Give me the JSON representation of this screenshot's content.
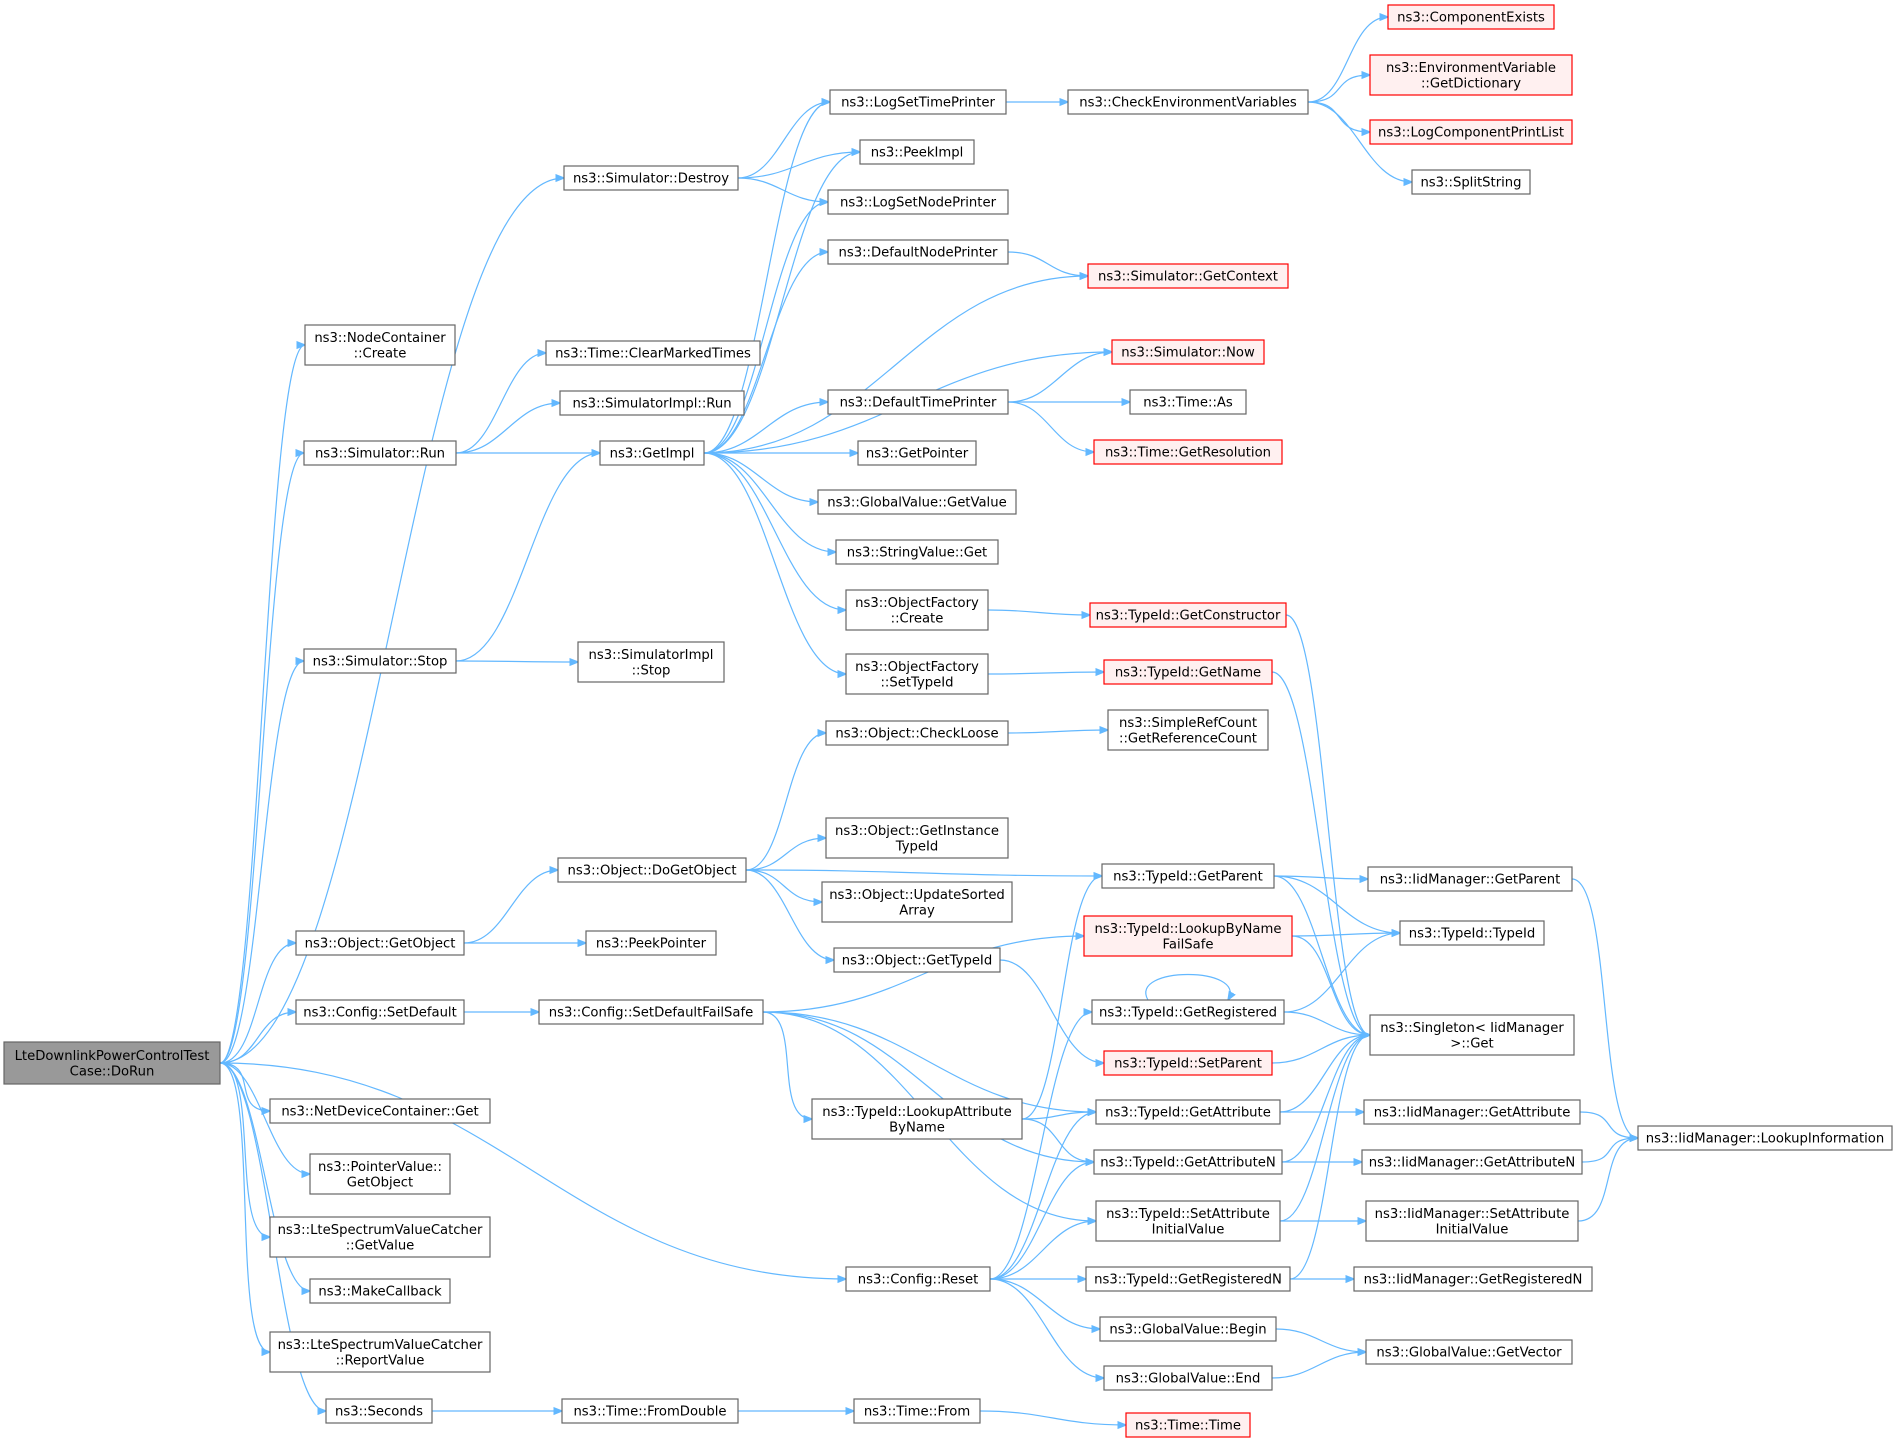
{
  "colors": {
    "edge": "#63b8ff",
    "node_fill": "#ffffff",
    "node_stroke": "#666666",
    "root_fill": "#999999",
    "truncated_fill": "#fff0f0",
    "truncated_stroke": "#ff0000"
  },
  "nodes": [
    {
      "id": "root",
      "lines": [
        "LteDownlinkPowerControlTest",
        "Case::DoRun"
      ],
      "style": "root"
    },
    {
      "id": "nodecontainer_create",
      "lines": [
        "ns3::NodeContainer",
        "::Create"
      ],
      "style": "normal"
    },
    {
      "id": "simulator_destroy",
      "lines": [
        "ns3::Simulator::Destroy"
      ],
      "style": "normal"
    },
    {
      "id": "simulator_run",
      "lines": [
        "ns3::Simulator::Run"
      ],
      "style": "normal"
    },
    {
      "id": "simulator_stop",
      "lines": [
        "ns3::Simulator::Stop"
      ],
      "style": "normal"
    },
    {
      "id": "object_getobject",
      "lines": [
        "ns3::Object::GetObject"
      ],
      "style": "normal"
    },
    {
      "id": "config_setdefault",
      "lines": [
        "ns3::Config::SetDefault"
      ],
      "style": "normal"
    },
    {
      "id": "netdevicecontainer_get",
      "lines": [
        "ns3::NetDeviceContainer::Get"
      ],
      "style": "normal"
    },
    {
      "id": "pointervalue_getobject",
      "lines": [
        "ns3::PointerValue::",
        "GetObject"
      ],
      "style": "normal"
    },
    {
      "id": "ltespectrum_getvalue",
      "lines": [
        "ns3::LteSpectrumValueCatcher",
        "::GetValue"
      ],
      "style": "normal"
    },
    {
      "id": "makecallback",
      "lines": [
        "ns3::MakeCallback"
      ],
      "style": "normal"
    },
    {
      "id": "ltespectrum_reportvalue",
      "lines": [
        "ns3::LteSpectrumValueCatcher",
        "::ReportValue"
      ],
      "style": "normal"
    },
    {
      "id": "seconds",
      "lines": [
        "ns3::Seconds"
      ],
      "style": "normal"
    },
    {
      "id": "time_clearmarkedtimes",
      "lines": [
        "ns3::Time::ClearMarkedTimes"
      ],
      "style": "normal"
    },
    {
      "id": "simulatorimpl_run",
      "lines": [
        "ns3::SimulatorImpl::Run"
      ],
      "style": "normal"
    },
    {
      "id": "getimpl",
      "lines": [
        "ns3::GetImpl"
      ],
      "style": "normal"
    },
    {
      "id": "simulatorimpl_stop",
      "lines": [
        "ns3::SimulatorImpl",
        "::Stop"
      ],
      "style": "normal"
    },
    {
      "id": "object_dogetobject",
      "lines": [
        "ns3::Object::DoGetObject"
      ],
      "style": "normal"
    },
    {
      "id": "peekpointer",
      "lines": [
        "ns3::PeekPointer"
      ],
      "style": "normal"
    },
    {
      "id": "config_setdefaultfailsafe",
      "lines": [
        "ns3::Config::SetDefaultFailSafe"
      ],
      "style": "normal"
    },
    {
      "id": "config_reset",
      "lines": [
        "ns3::Config::Reset"
      ],
      "style": "normal"
    },
    {
      "id": "time_fromdouble",
      "lines": [
        "ns3::Time::FromDouble"
      ],
      "style": "normal"
    },
    {
      "id": "logsettimeprinter",
      "lines": [
        "ns3::LogSetTimePrinter"
      ],
      "style": "normal"
    },
    {
      "id": "peekimpl",
      "lines": [
        "ns3::PeekImpl"
      ],
      "style": "normal"
    },
    {
      "id": "logsetnodeprinter",
      "lines": [
        "ns3::LogSetNodePrinter"
      ],
      "style": "normal"
    },
    {
      "id": "defaultnodeprinter",
      "lines": [
        "ns3::DefaultNodePrinter"
      ],
      "style": "normal"
    },
    {
      "id": "defaulttimeprinter",
      "lines": [
        "ns3::DefaultTimePrinter"
      ],
      "style": "normal"
    },
    {
      "id": "getpointer",
      "lines": [
        "ns3::GetPointer"
      ],
      "style": "normal"
    },
    {
      "id": "globalvalue_getvalue",
      "lines": [
        "ns3::GlobalValue::GetValue"
      ],
      "style": "normal"
    },
    {
      "id": "stringvalue_get",
      "lines": [
        "ns3::StringValue::Get"
      ],
      "style": "normal"
    },
    {
      "id": "objectfactory_create",
      "lines": [
        "ns3::ObjectFactory",
        "::Create"
      ],
      "style": "normal"
    },
    {
      "id": "objectfactory_settypeid",
      "lines": [
        "ns3::ObjectFactory",
        "::SetTypeId"
      ],
      "style": "normal"
    },
    {
      "id": "object_checkloose",
      "lines": [
        "ns3::Object::CheckLoose"
      ],
      "style": "normal"
    },
    {
      "id": "object_getinstancetypeid",
      "lines": [
        "ns3::Object::GetInstance",
        "TypeId"
      ],
      "style": "normal"
    },
    {
      "id": "object_updatesortedarray",
      "lines": [
        "ns3::Object::UpdateSorted",
        "Array"
      ],
      "style": "normal"
    },
    {
      "id": "object_gettypeid",
      "lines": [
        "ns3::Object::GetTypeId"
      ],
      "style": "normal"
    },
    {
      "id": "typeid_lookupattributebyname",
      "lines": [
        "ns3::TypeId::LookupAttribute",
        "ByName"
      ],
      "style": "normal"
    },
    {
      "id": "time_from",
      "lines": [
        "ns3::Time::From"
      ],
      "style": "normal"
    },
    {
      "id": "checkenvvars",
      "lines": [
        "ns3::CheckEnvironmentVariables"
      ],
      "style": "normal"
    },
    {
      "id": "simulator_getcontext",
      "lines": [
        "ns3::Simulator::GetContext"
      ],
      "style": "truncated"
    },
    {
      "id": "simulator_now",
      "lines": [
        "ns3::Simulator::Now"
      ],
      "style": "truncated"
    },
    {
      "id": "time_as",
      "lines": [
        "ns3::Time::As"
      ],
      "style": "normal"
    },
    {
      "id": "time_getresolution",
      "lines": [
        "ns3::Time::GetResolution"
      ],
      "style": "truncated"
    },
    {
      "id": "typeid_getconstructor",
      "lines": [
        "ns3::TypeId::GetConstructor"
      ],
      "style": "truncated"
    },
    {
      "id": "typeid_getname",
      "lines": [
        "ns3::TypeId::GetName"
      ],
      "style": "truncated"
    },
    {
      "id": "simplerefcount_getrefcount",
      "lines": [
        "ns3::SimpleRefCount",
        "::GetReferenceCount"
      ],
      "style": "normal"
    },
    {
      "id": "typeid_getparent",
      "lines": [
        "ns3::TypeId::GetParent"
      ],
      "style": "normal"
    },
    {
      "id": "typeid_lookupbynamefailsafe",
      "lines": [
        "ns3::TypeId::LookupByName",
        "FailSafe"
      ],
      "style": "truncated"
    },
    {
      "id": "typeid_getregistered",
      "lines": [
        "ns3::TypeId::GetRegistered"
      ],
      "style": "normal"
    },
    {
      "id": "typeid_setparent",
      "lines": [
        "ns3::TypeId::SetParent"
      ],
      "style": "truncated"
    },
    {
      "id": "typeid_getattribute",
      "lines": [
        "ns3::TypeId::GetAttribute"
      ],
      "style": "normal"
    },
    {
      "id": "typeid_getattributen",
      "lines": [
        "ns3::TypeId::GetAttributeN"
      ],
      "style": "normal"
    },
    {
      "id": "typeid_setattributeinitialvalue",
      "lines": [
        "ns3::TypeId::SetAttribute",
        "InitialValue"
      ],
      "style": "normal"
    },
    {
      "id": "typeid_getregisteredn",
      "lines": [
        "ns3::TypeId::GetRegisteredN"
      ],
      "style": "normal"
    },
    {
      "id": "globalvalue_begin",
      "lines": [
        "ns3::GlobalValue::Begin"
      ],
      "style": "normal"
    },
    {
      "id": "globalvalue_end",
      "lines": [
        "ns3::GlobalValue::End"
      ],
      "style": "normal"
    },
    {
      "id": "time_time",
      "lines": [
        "ns3::Time::Time"
      ],
      "style": "truncated"
    },
    {
      "id": "componentexists",
      "lines": [
        "ns3::ComponentExists"
      ],
      "style": "truncated"
    },
    {
      "id": "envvar_getdictionary",
      "lines": [
        "ns3::EnvironmentVariable",
        "::GetDictionary"
      ],
      "style": "truncated"
    },
    {
      "id": "logcomponentprintlist",
      "lines": [
        "ns3::LogComponentPrintList"
      ],
      "style": "truncated"
    },
    {
      "id": "splitstring",
      "lines": [
        "ns3::SplitString"
      ],
      "style": "normal"
    },
    {
      "id": "iidmanager_getparent",
      "lines": [
        "ns3::IidManager::GetParent"
      ],
      "style": "normal"
    },
    {
      "id": "typeid_typeid",
      "lines": [
        "ns3::TypeId::TypeId"
      ],
      "style": "normal"
    },
    {
      "id": "singleton_get",
      "lines": [
        "ns3::Singleton< IidManager",
        ">::Get"
      ],
      "style": "normal"
    },
    {
      "id": "iidmanager_getattribute",
      "lines": [
        "ns3::IidManager::GetAttribute"
      ],
      "style": "normal"
    },
    {
      "id": "iidmanager_getattributen",
      "lines": [
        "ns3::IidManager::GetAttributeN"
      ],
      "style": "normal"
    },
    {
      "id": "iidmanager_setattributeinitialvalue",
      "lines": [
        "ns3::IidManager::SetAttribute",
        "InitialValue"
      ],
      "style": "normal"
    },
    {
      "id": "iidmanager_getregisteredn",
      "lines": [
        "ns3::IidManager::GetRegisteredN"
      ],
      "style": "normal"
    },
    {
      "id": "globalvalue_getvector",
      "lines": [
        "ns3::GlobalValue::GetVector"
      ],
      "style": "normal"
    },
    {
      "id": "iidmanager_lookupinformation",
      "lines": [
        "ns3::IidManager::LookupInformation"
      ],
      "style": "normal"
    }
  ],
  "edges": [
    [
      "root",
      "nodecontainer_create"
    ],
    [
      "root",
      "simulator_destroy"
    ],
    [
      "root",
      "simulator_run"
    ],
    [
      "root",
      "simulator_stop"
    ],
    [
      "root",
      "object_getobject"
    ],
    [
      "root",
      "config_setdefault"
    ],
    [
      "root",
      "netdevicecontainer_get"
    ],
    [
      "root",
      "pointervalue_getobject"
    ],
    [
      "root",
      "ltespectrum_getvalue"
    ],
    [
      "root",
      "makecallback"
    ],
    [
      "root",
      "ltespectrum_reportvalue"
    ],
    [
      "root",
      "seconds"
    ],
    [
      "root",
      "config_reset"
    ],
    [
      "simulator_destroy",
      "logsettimeprinter"
    ],
    [
      "simulator_destroy",
      "peekimpl"
    ],
    [
      "simulator_destroy",
      "logsetnodeprinter"
    ],
    [
      "simulator_run",
      "time_clearmarkedtimes"
    ],
    [
      "simulator_run",
      "simulatorimpl_run"
    ],
    [
      "simulator_run",
      "getimpl"
    ],
    [
      "simulator_stop",
      "getimpl"
    ],
    [
      "simulator_stop",
      "simulatorimpl_stop"
    ],
    [
      "object_getobject",
      "object_dogetobject"
    ],
    [
      "object_getobject",
      "peekpointer"
    ],
    [
      "config_setdefault",
      "config_setdefaultfailsafe"
    ],
    [
      "seconds",
      "time_fromdouble"
    ],
    [
      "time_fromdouble",
      "time_from"
    ],
    [
      "time_from",
      "time_time"
    ],
    [
      "getimpl",
      "logsettimeprinter"
    ],
    [
      "getimpl",
      "peekimpl"
    ],
    [
      "getimpl",
      "logsetnodeprinter"
    ],
    [
      "getimpl",
      "defaultnodeprinter"
    ],
    [
      "getimpl",
      "simulator_getcontext"
    ],
    [
      "getimpl",
      "simulator_now"
    ],
    [
      "getimpl",
      "defaulttimeprinter"
    ],
    [
      "getimpl",
      "getpointer"
    ],
    [
      "getimpl",
      "globalvalue_getvalue"
    ],
    [
      "getimpl",
      "stringvalue_get"
    ],
    [
      "getimpl",
      "objectfactory_create"
    ],
    [
      "getimpl",
      "objectfactory_settypeid"
    ],
    [
      "logsettimeprinter",
      "checkenvvars"
    ],
    [
      "checkenvvars",
      "componentexists"
    ],
    [
      "checkenvvars",
      "envvar_getdictionary"
    ],
    [
      "checkenvvars",
      "logcomponentprintlist"
    ],
    [
      "checkenvvars",
      "splitstring"
    ],
    [
      "defaultnodeprinter",
      "simulator_getcontext"
    ],
    [
      "defaulttimeprinter",
      "simulator_now"
    ],
    [
      "defaulttimeprinter",
      "time_as"
    ],
    [
      "defaulttimeprinter",
      "time_getresolution"
    ],
    [
      "objectfactory_create",
      "typeid_getconstructor"
    ],
    [
      "objectfactory_settypeid",
      "typeid_getname"
    ],
    [
      "typeid_getconstructor",
      "singleton_get"
    ],
    [
      "typeid_getname",
      "singleton_get"
    ],
    [
      "object_dogetobject",
      "object_checkloose"
    ],
    [
      "object_dogetobject",
      "typeid_getparent"
    ],
    [
      "object_dogetobject",
      "object_getinstancetypeid"
    ],
    [
      "object_dogetobject",
      "object_updatesortedarray"
    ],
    [
      "object_dogetobject",
      "object_gettypeid"
    ],
    [
      "object_checkloose",
      "simplerefcount_getrefcount"
    ],
    [
      "object_gettypeid",
      "typeid_setparent"
    ],
    [
      "config_setdefaultfailsafe",
      "typeid_lookupbynamefailsafe"
    ],
    [
      "config_setdefaultfailsafe",
      "typeid_lookupattributebyname"
    ],
    [
      "config_setdefaultfailsafe",
      "typeid_getattribute"
    ],
    [
      "config_setdefaultfailsafe",
      "typeid_getattributen"
    ],
    [
      "config_setdefaultfailsafe",
      "typeid_setattributeinitialvalue"
    ],
    [
      "typeid_lookupattributebyname",
      "typeid_getparent"
    ],
    [
      "typeid_lookupattributebyname",
      "typeid_getattribute"
    ],
    [
      "typeid_lookupattributebyname",
      "typeid_getattributen"
    ],
    [
      "config_reset",
      "typeid_getregistered"
    ],
    [
      "config_reset",
      "typeid_getattribute"
    ],
    [
      "config_reset",
      "typeid_getattributen"
    ],
    [
      "config_reset",
      "typeid_setattributeinitialvalue"
    ],
    [
      "config_reset",
      "typeid_getregisteredn"
    ],
    [
      "config_reset",
      "globalvalue_begin"
    ],
    [
      "config_reset",
      "globalvalue_end"
    ],
    [
      "typeid_getparent",
      "iidmanager_getparent"
    ],
    [
      "typeid_getparent",
      "typeid_typeid"
    ],
    [
      "typeid_getparent",
      "singleton_get"
    ],
    [
      "typeid_lookupbynamefailsafe",
      "typeid_typeid"
    ],
    [
      "typeid_lookupbynamefailsafe",
      "singleton_get"
    ],
    [
      "typeid_getregistered",
      "typeid_getregistered"
    ],
    [
      "typeid_getregistered",
      "typeid_typeid"
    ],
    [
      "typeid_getregistered",
      "singleton_get"
    ],
    [
      "typeid_setparent",
      "singleton_get"
    ],
    [
      "typeid_getattribute",
      "singleton_get"
    ],
    [
      "typeid_getattribute",
      "iidmanager_getattribute"
    ],
    [
      "typeid_getattributen",
      "singleton_get"
    ],
    [
      "typeid_getattributen",
      "iidmanager_getattributen"
    ],
    [
      "typeid_setattributeinitialvalue",
      "singleton_get"
    ],
    [
      "typeid_setattributeinitialvalue",
      "iidmanager_setattributeinitialvalue"
    ],
    [
      "typeid_getregisteredn",
      "singleton_get"
    ],
    [
      "typeid_getregisteredn",
      "iidmanager_getregisteredn"
    ],
    [
      "globalvalue_begin",
      "globalvalue_getvector"
    ],
    [
      "globalvalue_end",
      "globalvalue_getvector"
    ],
    [
      "iidmanager_getparent",
      "iidmanager_lookupinformation"
    ],
    [
      "iidmanager_getattribute",
      "iidmanager_lookupinformation"
    ],
    [
      "iidmanager_getattributen",
      "iidmanager_lookupinformation"
    ],
    [
      "iidmanager_setattributeinitialvalue",
      "iidmanager_lookupinformation"
    ]
  ]
}
